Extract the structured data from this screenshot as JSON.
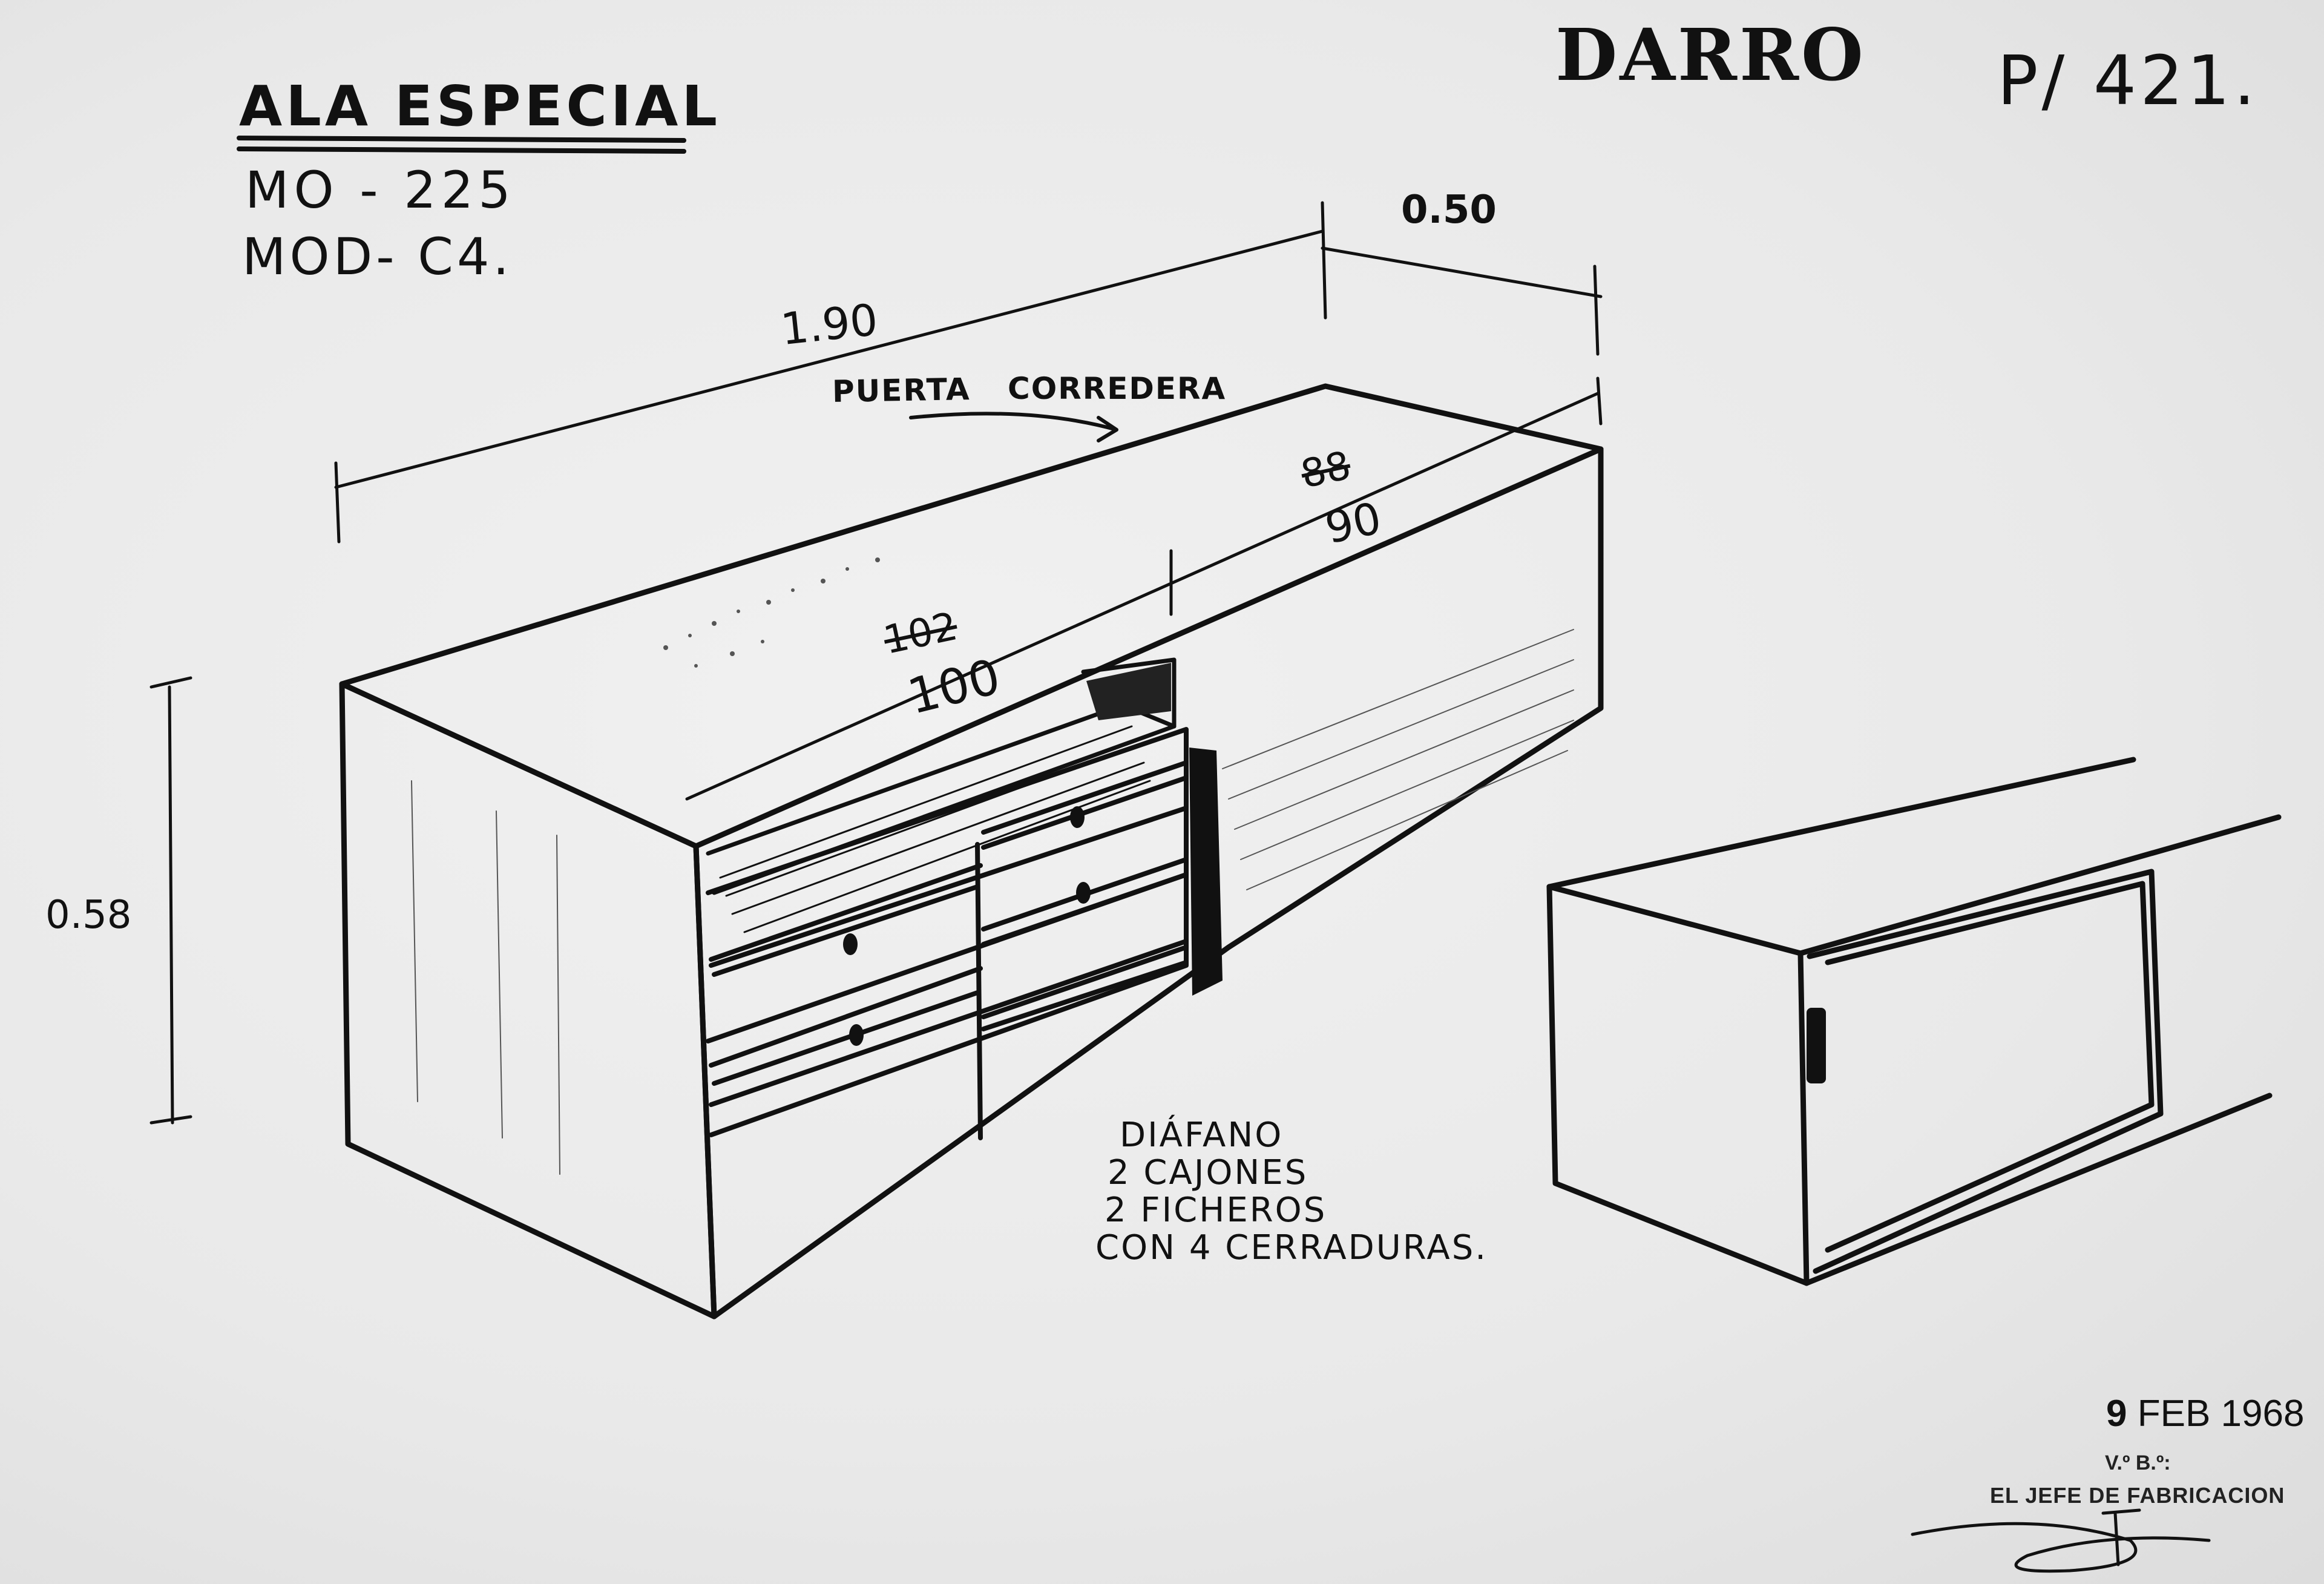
{
  "header": {
    "brand": "DARRO",
    "reference": "P/ 421."
  },
  "title_block": {
    "title": "ALA ESPECIAL",
    "model_line_1": "MO - 225",
    "model_line_2": "MOD- C4."
  },
  "dimensions": {
    "length": "1.90",
    "depth": "0.50",
    "height": "0.58",
    "section_right_old": "88",
    "section_right": "90",
    "section_left_old": "102",
    "section_left": "100"
  },
  "annotations": {
    "door_label_part_1": "PUERTA",
    "door_label_part_2": "CORREDERA"
  },
  "specification": {
    "line_1": "DIÁFANO",
    "line_2": "2 CAJONES",
    "line_3": "2 FICHEROS",
    "line_4": "CON 4 CERRADURAS."
  },
  "stamp": {
    "day": "9",
    "month_year": "FEB 1968",
    "approval": "V.º B.º:",
    "role": "EL JEFE DE FABRICACION"
  }
}
